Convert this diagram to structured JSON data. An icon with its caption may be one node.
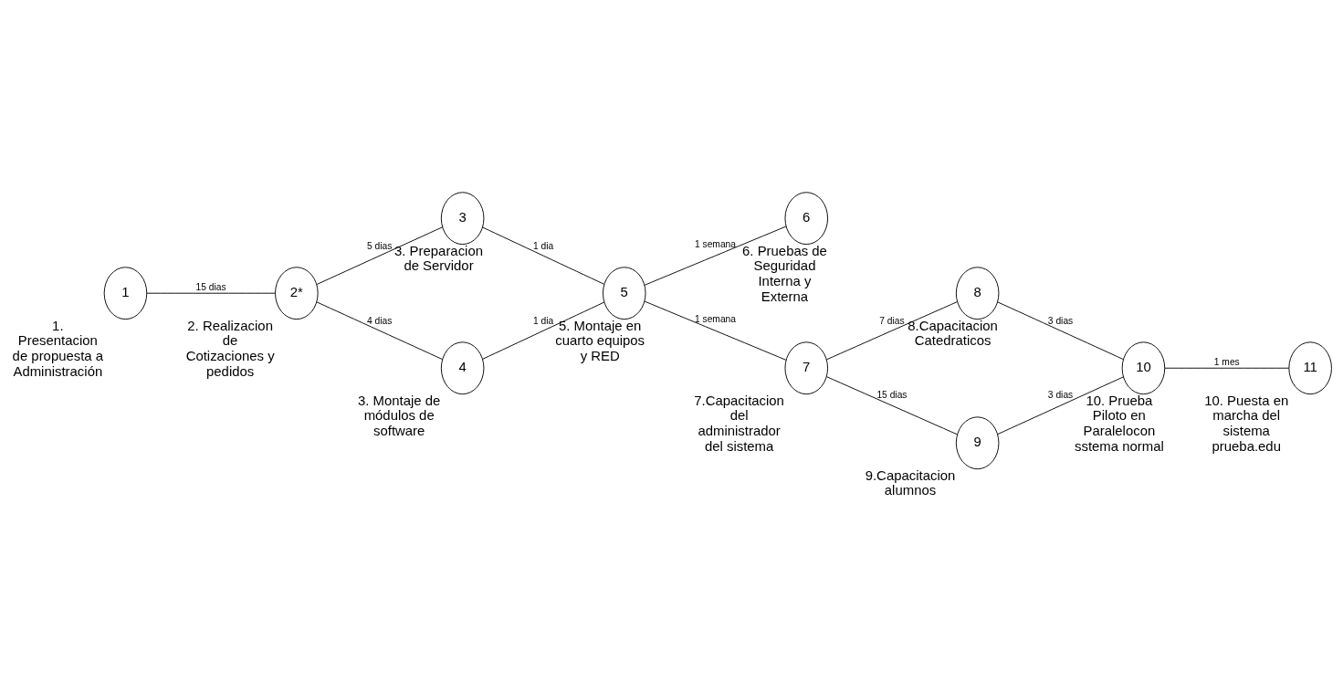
{
  "diagram": {
    "nodes": [
      {
        "text": [
          "1"
        ],
        "beside": [
          "1. Presentacion de propuesta a Administración"
        ]
      },
      {
        "text": [
          "2*"
        ],
        "beside": [
          "2. Realizacion de Cotizaciones y pedidos"
        ]
      },
      {
        "text": [
          "3"
        ],
        "beside": [
          "3. Preparacion de Servidor"
        ]
      },
      {
        "text": [
          "4"
        ],
        "beside": [
          "3. Montaje de módulos de software"
        ]
      },
      {
        "text": [
          "5"
        ],
        "beside": [
          "5. Montaje en cuarto equipos y RED"
        ]
      },
      {
        "text": [
          "6"
        ],
        "beside": [
          "6. Pruebas de Seguridad Interna y Externa"
        ]
      },
      {
        "text": [
          "7"
        ],
        "beside": [
          "7.Capacitacion del administrador del sistema"
        ]
      },
      {
        "text": [
          "8"
        ],
        "beside": [
          "8.Capacitacion Catedraticos"
        ]
      },
      {
        "text": [
          "9"
        ],
        "beside": [
          "9.Capacitacion alumnos"
        ]
      },
      {
        "text": [
          "10"
        ],
        "beside": [
          "10. Prueba Piloto en Paralelocon sstema normal"
        ]
      },
      {
        "text": [
          "11"
        ],
        "beside": [
          "10. Puesta en marcha del sistema prueba.edu"
        ]
      }
    ],
    "edges": [
      {
        "from": 0,
        "to": 1,
        "arrow": "none",
        "label": "15 dias"
      },
      {
        "from": 1,
        "to": 2,
        "arrow": "none",
        "label": "5 dias"
      },
      {
        "from": 1,
        "to": 3,
        "arrow": "none",
        "label": "4 dias"
      },
      {
        "from": 2,
        "to": 4,
        "arrow": "none",
        "label": "1 dia"
      },
      {
        "from": 3,
        "to": 4,
        "arrow": "none",
        "label": "1 dia"
      },
      {
        "from": 4,
        "to": 5,
        "arrow": "none",
        "label": "1 semana"
      },
      {
        "from": 4,
        "to": 6,
        "arrow": "none",
        "label": "1 semana"
      },
      {
        "from": 6,
        "to": 7,
        "arrow": "none",
        "label": "7 dias"
      },
      {
        "from": 6,
        "to": 8,
        "arrow": "none",
        "label": "15 dias"
      },
      {
        "from": 7,
        "to": 9,
        "arrow": "none",
        "label": "3 dias"
      },
      {
        "from": 8,
        "to": 9,
        "arrow": "none",
        "label": "3 dias"
      },
      {
        "from": 9,
        "to": 10,
        "arrow": "none",
        "label": "1 mes"
      }
    ]
  }
}
